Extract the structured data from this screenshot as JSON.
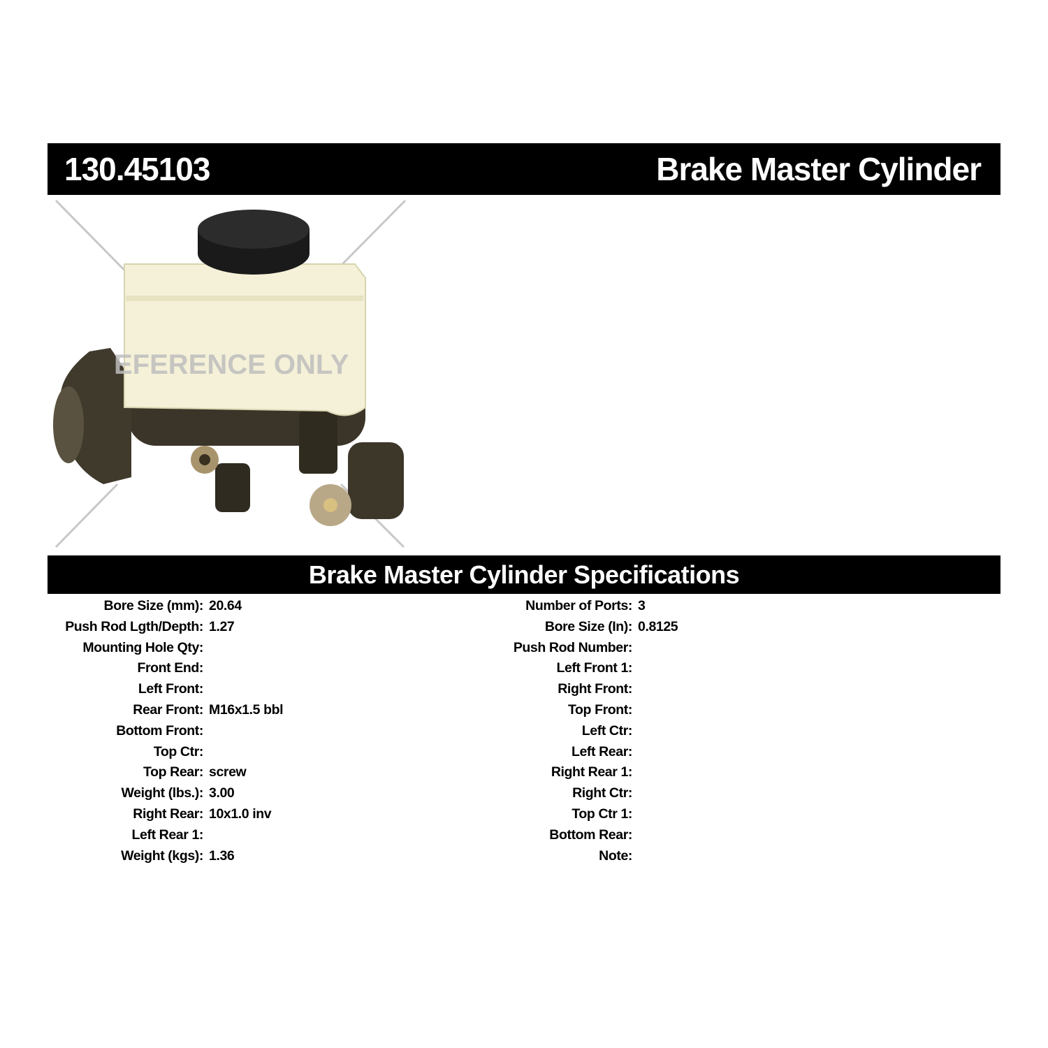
{
  "header": {
    "part_number": "130.45103",
    "title": "Brake Master Cylinder"
  },
  "image": {
    "watermark": "REFERENCE ONLY",
    "watermark_visible": "EFERENCE ONLY"
  },
  "specs": {
    "title": "Brake Master Cylinder Specifications",
    "left": [
      {
        "label": "Bore Size (mm):",
        "value": "20.64"
      },
      {
        "label": "Push Rod Lgth/Depth:",
        "value": "1.27"
      },
      {
        "label": "Mounting Hole Qty:",
        "value": ""
      },
      {
        "label": "Front End:",
        "value": ""
      },
      {
        "label": "Left Front:",
        "value": ""
      },
      {
        "label": "Rear Front:",
        "value": "M16x1.5 bbl"
      },
      {
        "label": "Bottom Front:",
        "value": ""
      },
      {
        "label": "Top Ctr:",
        "value": ""
      },
      {
        "label": "Top Rear:",
        "value": "screw"
      },
      {
        "label": "Weight (lbs.):",
        "value": "3.00"
      },
      {
        "label": "Right Rear:",
        "value": "10x1.0 inv"
      },
      {
        "label": "Left Rear 1:",
        "value": ""
      },
      {
        "label": "Weight (kgs):",
        "value": "1.36"
      }
    ],
    "right": [
      {
        "label": "Number of Ports:",
        "value": "3"
      },
      {
        "label": "Bore Size (In):",
        "value": "0.8125"
      },
      {
        "label": "Push Rod Number:",
        "value": ""
      },
      {
        "label": "Left Front 1:",
        "value": ""
      },
      {
        "label": "Right Front:",
        "value": ""
      },
      {
        "label": "Top Front:",
        "value": ""
      },
      {
        "label": "Left Ctr:",
        "value": ""
      },
      {
        "label": "Left Rear:",
        "value": ""
      },
      {
        "label": "Right Rear 1:",
        "value": ""
      },
      {
        "label": "Right Ctr:",
        "value": ""
      },
      {
        "label": "Top Ctr 1:",
        "value": ""
      },
      {
        "label": "Bottom Rear:",
        "value": ""
      },
      {
        "label": "Note:",
        "value": ""
      }
    ]
  }
}
